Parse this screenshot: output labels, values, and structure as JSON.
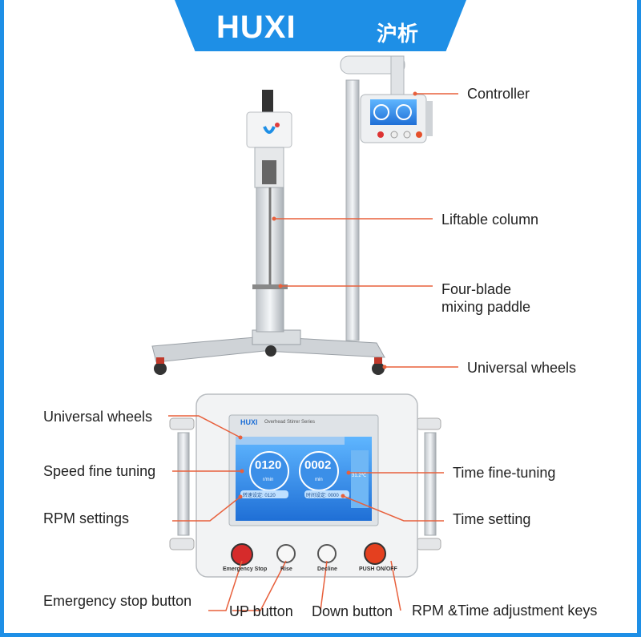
{
  "brand": {
    "logo_text": "HUXI",
    "logo_cn": "沪析"
  },
  "colors": {
    "brand_blue": "#1e8fe6",
    "callout_line": "#e8603c",
    "screen_blue": "#2a7fe0"
  },
  "top_labels": {
    "controller": "Controller",
    "liftable_column": "Liftable column",
    "paddle_line1": "Four-blade",
    "paddle_line2": "mixing paddle",
    "wheels": "Universal wheels"
  },
  "panel_labels": {
    "wheels": "Universal wheels",
    "speed_fine": "Speed fine tuning",
    "rpm_settings": "RPM settings",
    "time_fine": "Time fine-tuning",
    "time_setting": "Time setting",
    "emergency": "Emergency stop button",
    "up": "UP button",
    "down": "Down button",
    "rpm_time_keys": "RPM &Time adjustment keys"
  },
  "device_panel": {
    "logo": "HUXI",
    "series": "Overhead Stirrer Series",
    "speed_value": "0120",
    "time_value": "0002",
    "speed_unit": "r/min",
    "time_unit": "min",
    "speed_set": "转速设定: 0120",
    "time_set": "时间设定: 0000",
    "temp_reading": "31.2℃",
    "buttons": [
      "Emergency Stop",
      "Rise",
      "Decline",
      "PUSH ON/OFF"
    ]
  }
}
